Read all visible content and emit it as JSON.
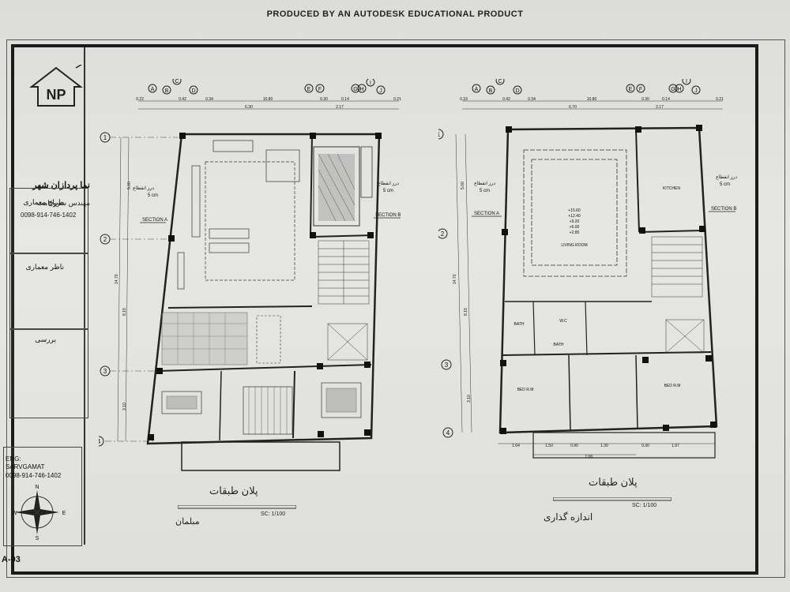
{
  "header": {
    "watermark": "PRODUCED BY AN AUTODESK EDUCATIONAL PRODUCT"
  },
  "titleblock": {
    "logo_text": "NP",
    "company_name": "نما پردازان شهر",
    "engineer": "مهندس سروقامت",
    "phone": "0098-914-746-1402",
    "box_designer": "طراح معماری",
    "box_supervisor": "ناظر معماری",
    "box_checked": "بررسی",
    "eng_label": "ENG:",
    "eng_name": "SARVGAMAT",
    "eng_phone": "0098-914-746-1402",
    "compass_letters": [
      "N",
      "E",
      "S",
      "W"
    ],
    "sheet_number": "A-03"
  },
  "grid_axes": {
    "columns": [
      "A",
      "B",
      "C",
      "D",
      "E",
      "F",
      "G",
      "H",
      "I",
      "J"
    ],
    "rows": [
      "1",
      "2",
      "3",
      "4"
    ]
  },
  "plan_left": {
    "title": "پلان طبقات",
    "scale": "SC: 1/100",
    "subtitle": "مبلمان",
    "dims_top": [
      "0.22",
      "0.42",
      "0.34",
      "10.80",
      "0.30",
      "0.14",
      "0.21",
      "6.30",
      "2.17"
    ],
    "dims_side": [
      "5.00",
      "14.70",
      "8.15",
      "3.10"
    ],
    "section_labels": [
      "SECTION A",
      "SECTION B"
    ],
    "notes": [
      "درز انقطاع",
      "5 cm"
    ]
  },
  "plan_right": {
    "title": "پلان طبقات",
    "scale": "SC: 1/100",
    "subtitle": "اندازه گذاری",
    "dims_top": [
      "0.33",
      "0.42",
      "0.34",
      "10.80",
      "0.30",
      "0.14",
      "0.21",
      "6.70",
      "2.17"
    ],
    "dims_bottom": [
      "1.64",
      "1.50",
      "0.90",
      "1.30",
      "0.30",
      "1.97",
      "7.08"
    ],
    "elevations": [
      "+15.60",
      "+12.40",
      "+9.20",
      "+6.00",
      "+2.80"
    ],
    "rooms": [
      "LIVING ROOM",
      "KITCHEN",
      "BATH",
      "W.C",
      "BATH",
      "BED R.M",
      "BED R.M"
    ],
    "section_labels": [
      "SECTION A",
      "SECTION B"
    ],
    "notes": [
      "درز انقطاع",
      "5 cm"
    ]
  }
}
